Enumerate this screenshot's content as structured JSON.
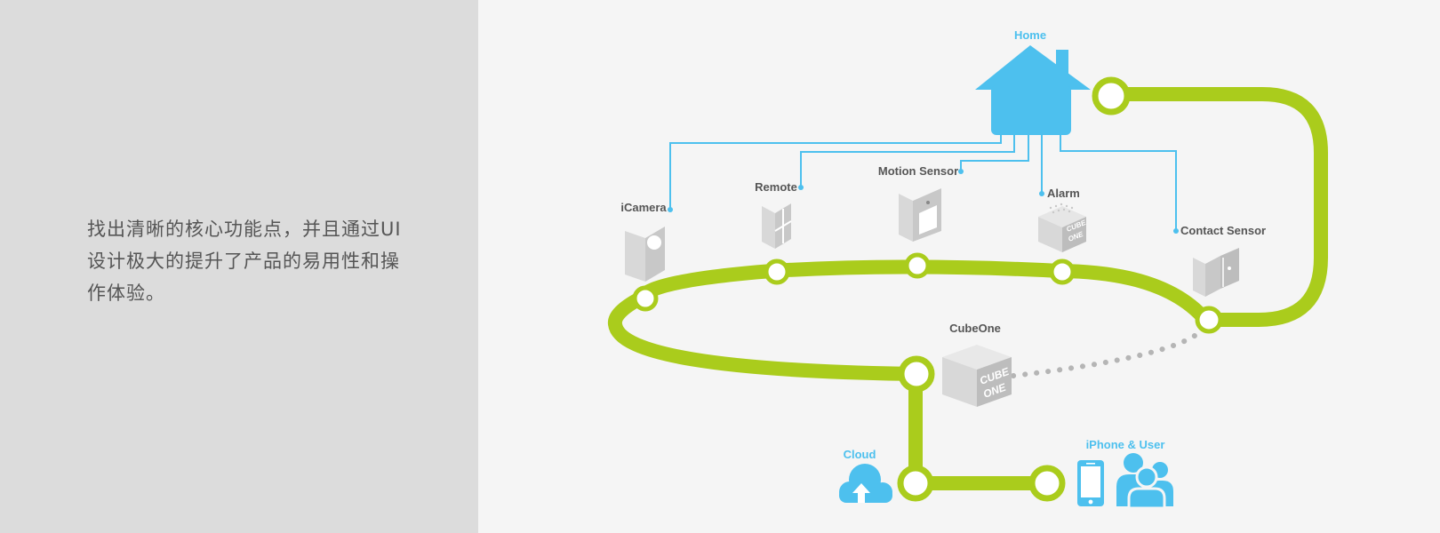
{
  "description": "找出清晰的核心功能点，并且通过UI设计极大的提升了产品的易用性和操作体验。",
  "labels": {
    "home": "Home",
    "icamera": "iCamera",
    "remote": "Remote",
    "motion_sensor": "Motion Sensor",
    "alarm": "Alarm",
    "contact_sensor": "Contact Sensor",
    "cubeone": "CubeOne",
    "cloud": "Cloud",
    "iphone_user": "iPhone & User"
  },
  "device_text": {
    "cube": "CUBE",
    "one": "ONE"
  },
  "colors": {
    "left_panel": "#dcdcdc",
    "background": "#f5f5f5",
    "track_green": "#aacc1c",
    "accent_blue": "#4dc0ee",
    "device_gray": "#d2d2d2",
    "dots_gray": "#b5b5b5",
    "label_dark": "#555555"
  }
}
